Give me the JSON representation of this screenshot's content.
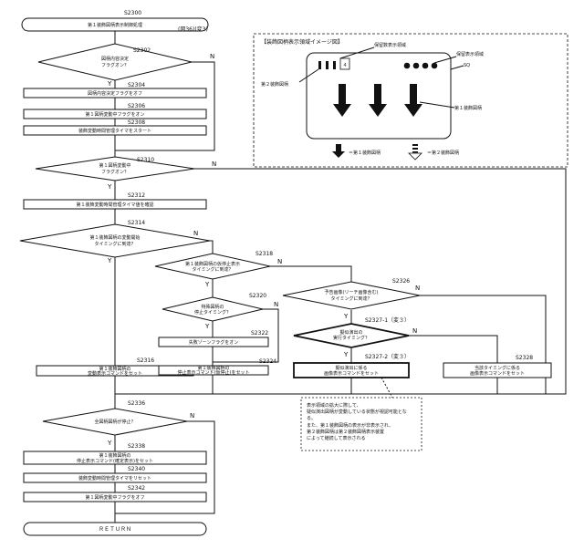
{
  "header": {
    "figure_label": "(図36)(変3)"
  },
  "steps": {
    "s2300": {
      "id": "S2300",
      "text": "第１装飾図柄表示制御処理"
    },
    "s2302": {
      "id": "S2302",
      "l1": "図柄内容決定",
      "l2": "フラグオン？"
    },
    "s2304": {
      "id": "S2304",
      "text": "図柄内容決定フラグをオフ"
    },
    "s2306": {
      "id": "S2306",
      "text": "第１図柄変動中フラグをオン"
    },
    "s2308": {
      "id": "S2308",
      "text": "装飾変動時間管理タイマをスタート"
    },
    "s2310": {
      "id": "S2310",
      "l1": "第１図柄変動中",
      "l2": "フラグオン？"
    },
    "s2312": {
      "id": "S2312",
      "text": "第１装飾変動時間管理タイマ値を確認"
    },
    "s2314": {
      "id": "S2314",
      "l1": "第１装飾図柄の変動開始",
      "l2": "タイミングに到達？"
    },
    "s2316": {
      "id": "S2316",
      "l1": "第１装飾図柄の",
      "l2": "変動表示コマンドをセット"
    },
    "s2318": {
      "id": "S2318",
      "l1": "第１装飾図柄の仮停止表示",
      "l2": "タイミングに到達？"
    },
    "s2320": {
      "id": "S2320",
      "l1": "特殊図柄の",
      "l2": "停止タイミング？"
    },
    "s2322": {
      "id": "S2322",
      "text": "失敗ゾーンフラグをオン"
    },
    "s2324": {
      "id": "S2324",
      "l1": "第１装飾図柄の",
      "l2": "停止表示コマンド(仮停止)をセット"
    },
    "s2326": {
      "id": "S2326",
      "l1": "予告画像(リーチ画像含む)",
      "l2": "タイミングに到達？"
    },
    "s2327_1": {
      "id": "S2327-1（変３）",
      "l1": "擬似演出の",
      "l2": "実行タイミング？"
    },
    "s2327_2": {
      "id": "S2327-2（変３）",
      "l1": "擬似演出に係る",
      "l2": "画像表示コマンドをセット"
    },
    "s2328": {
      "id": "S2328",
      "l1": "当該タイミングに係る",
      "l2": "画像表示コマンドをセット"
    },
    "s2336": {
      "id": "S2336",
      "text": "全図柄図柄が停止？"
    },
    "s2338": {
      "id": "S2338",
      "l1": "第１装飾図柄の",
      "l2": "停止表示コマンド(確定表示)をセット"
    },
    "s2340": {
      "id": "S2340",
      "text": "装飾変動時間管理タイマをリセット"
    },
    "s2342": {
      "id": "S2342",
      "text": "第１図柄変動中フラグをオフ"
    },
    "return": {
      "text": "ＲＥＴＵＲＮ"
    }
  },
  "branches": {
    "yes": "Y",
    "no": "N"
  },
  "note": {
    "lines": [
      "表示領域の拡大に際して、",
      "疑似演出図柄が変動している状態が視認可能とな",
      "る。",
      "また、第１装飾図柄の表示が非表示され、",
      "第２装飾図柄は第２装飾図柄表示装置",
      "によって継続して表示される"
    ]
  },
  "legend": {
    "title": "【装飾図柄表示領域イメージ図】",
    "hold_area": "保留数表示領域",
    "hold_display": "保留表示領域",
    "sq": "SQ",
    "pattern2": "第２装飾図柄",
    "pattern1": "第１装飾図柄",
    "digit": "４",
    "key1": "＝第１装飾図柄",
    "key2": "＝第２装飾図柄"
  }
}
